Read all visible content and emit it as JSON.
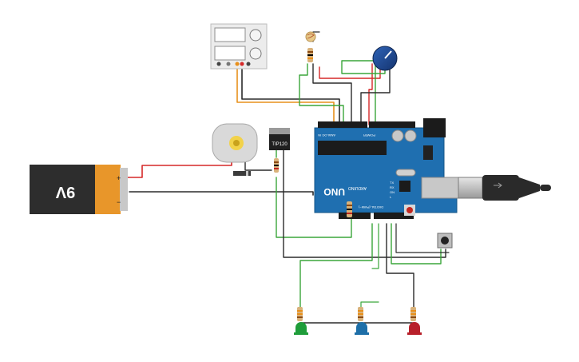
{
  "battery": {
    "label": "9V",
    "plus": "+",
    "minus": "−"
  },
  "transistor": {
    "label": "TIP120"
  },
  "arduino": {
    "brand": "UNO",
    "maker": "ARDUINO",
    "power_header": "POWER",
    "analog_header": "ANALOG IN",
    "digital_header": "DIGITAL (PWM~)",
    "tx": "TX",
    "rx": "RX",
    "on": "ON",
    "l": "L"
  },
  "colors": {
    "wire_red": "#d62828",
    "wire_black": "#2b2b2b",
    "wire_green": "#3aa63a",
    "wire_orange": "#e8901c",
    "board_blue": "#1f6fb0",
    "led_green": "#1f9d3a",
    "led_blue": "#1e6fa8",
    "led_red": "#b8202a"
  }
}
